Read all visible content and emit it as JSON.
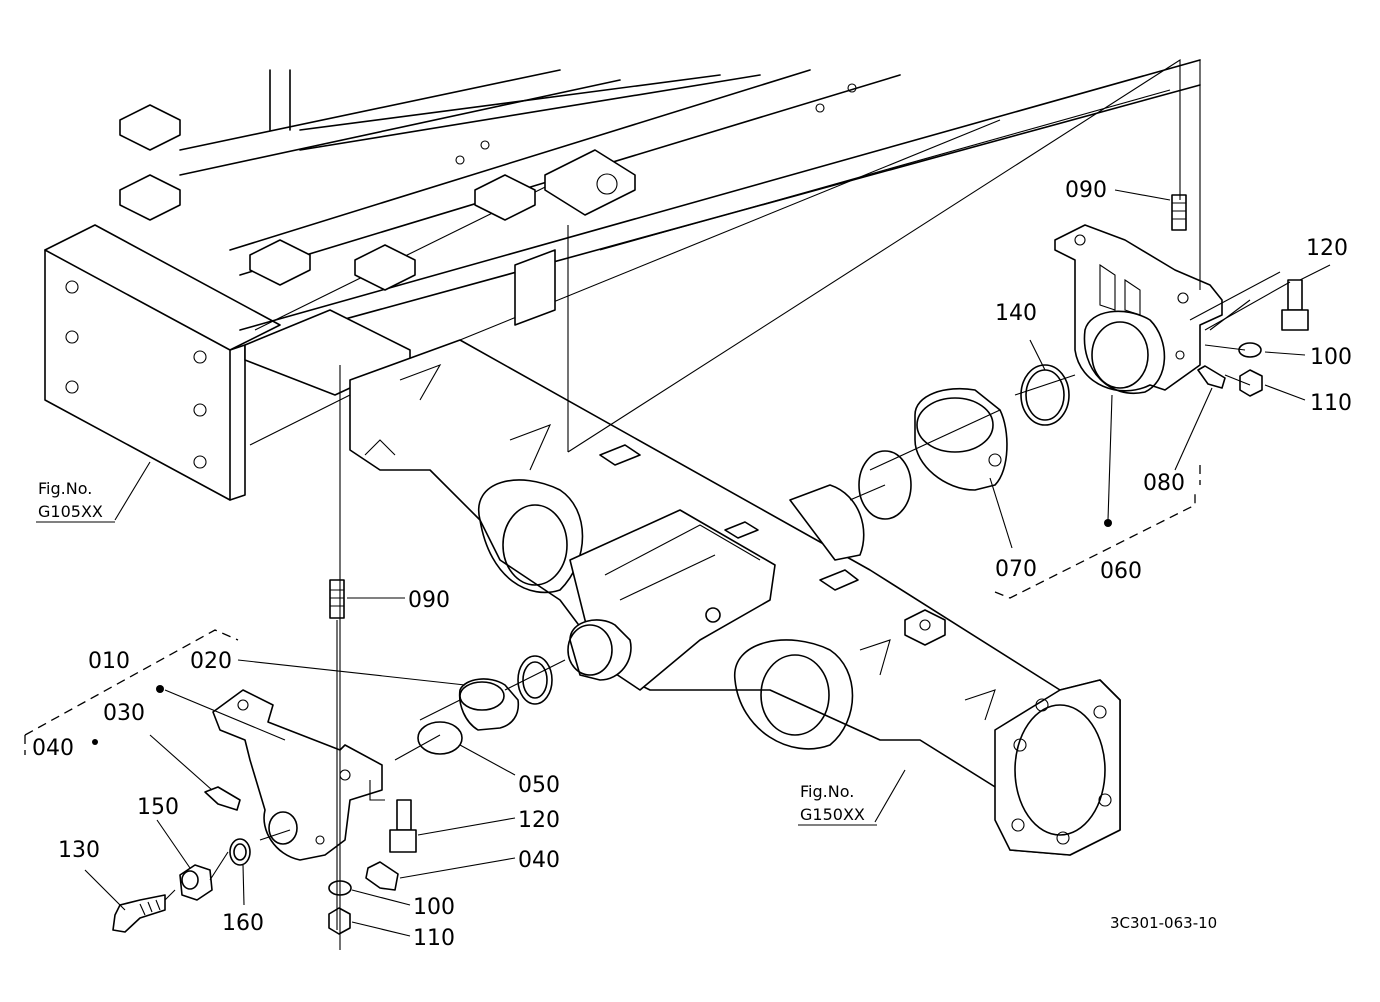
{
  "diagram": {
    "drawing_code": "3C301-063-10",
    "figure_refs": [
      {
        "label": "Fig.No.",
        "code": "G105XX"
      },
      {
        "label": "Fig.No.",
        "code": "G150XX"
      }
    ],
    "callouts": {
      "c010": "010",
      "c020": "020",
      "c030": "030",
      "c040_left": "040",
      "c040": "040",
      "c050": "050",
      "c060": "060",
      "c070": "070",
      "c080": "080",
      "c090_top": "090",
      "c090_mid": "090",
      "c100_right": "100",
      "c100_bottom": "100",
      "c110_right": "110",
      "c110_bottom": "110",
      "c120_right": "120",
      "c120_bottom": "120",
      "c130": "130",
      "c140": "140",
      "c150": "150",
      "c160": "160"
    }
  }
}
